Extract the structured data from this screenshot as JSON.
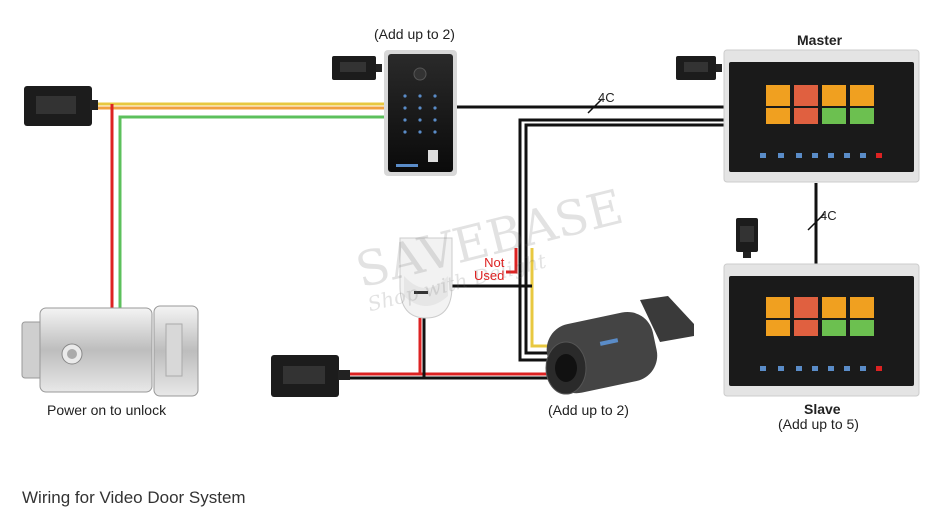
{
  "labels": {
    "keypad_caption": "(Add up to 2)",
    "master_title": "Master",
    "slave_title": "Slave",
    "slave_caption": "(Add up to 5)",
    "camera_caption": "(Add up to 2)",
    "lock_caption": "Power on to unlock",
    "wire_4c_top": "4C",
    "wire_4c_right": "4C",
    "not_used": "Not\nUsed",
    "watermark": "SAVEBASE",
    "watermark_sub": "Shop with Delight",
    "footer": "Wiring for Video Door System"
  },
  "colors": {
    "wire_black": "#111111",
    "wire_red": "#dd2222",
    "wire_yellow": "#e8c840",
    "wire_orange": "#f0a040",
    "wire_green": "#5cc05c",
    "monitor_frame": "#e4e4e4",
    "screen": "#1a1a1a",
    "tile_orange": "#f0a020",
    "tile_red": "#e06040",
    "tile_green": "#6cc050"
  }
}
